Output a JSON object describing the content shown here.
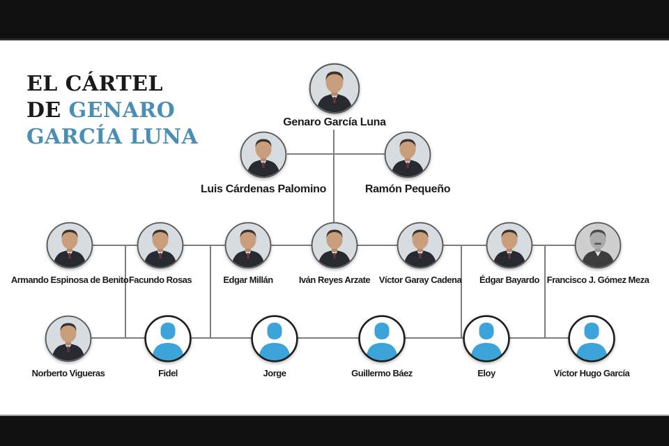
{
  "title": {
    "line1": "EL CÁRTEL",
    "line2_prefix": "DE",
    "line2_highlight": "GENARO",
    "line3_highlight": "GARCÍA LUNA"
  },
  "people": {
    "leader": {
      "name": "Genaro García Luna",
      "portrait": "photo"
    },
    "level2": [
      {
        "name": "Luis Cárdenas Palomino",
        "portrait": "photo"
      },
      {
        "name": "Ramón Pequeño",
        "portrait": "photo"
      }
    ],
    "level3": [
      {
        "name": "Armando Espinosa de Benito",
        "portrait": "photo"
      },
      {
        "name": "Facundo Rosas",
        "portrait": "photo"
      },
      {
        "name": "Edgar Millán",
        "portrait": "photo"
      },
      {
        "name": "Iván Reyes Arzate",
        "portrait": "photo"
      },
      {
        "name": "Víctor Garay Cadena",
        "portrait": "photo"
      },
      {
        "name": "Édgar Bayardo",
        "portrait": "photo"
      },
      {
        "name": "Francisco J. Gómez Meza",
        "portrait": "photo-bw"
      }
    ],
    "level4": [
      {
        "name": "Norberto Vigueras",
        "portrait": "photo"
      },
      {
        "name": "Fidel",
        "portrait": "silhouette"
      },
      {
        "name": "Jorge",
        "portrait": "silhouette"
      },
      {
        "name": "Guillermo Báez",
        "portrait": "silhouette"
      },
      {
        "name": "Eloy",
        "portrait": "silhouette"
      },
      {
        "name": "Víctor Hugo García",
        "portrait": "silhouette"
      }
    ]
  },
  "colors": {
    "accent-blue": "#4b8eb5",
    "silhouette-blue": "#3da4d9",
    "connector-gray": "#7d7d7d",
    "letterbox-black": "#101010",
    "text-black": "#1a1a1a"
  }
}
